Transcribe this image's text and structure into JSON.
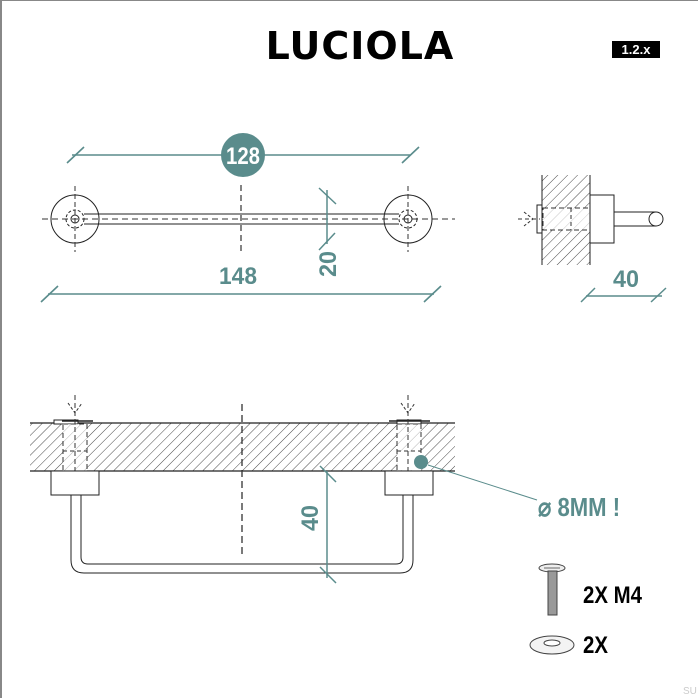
{
  "header": {
    "title": "LUCIOLA",
    "version_badge": "1.2.x"
  },
  "top_view": {
    "hole_spacing_label": "128",
    "overall_length_label": "148",
    "height_label": "20"
  },
  "side_view": {
    "depth_label": "40"
  },
  "section_view": {
    "projection_label": "40",
    "drill_note": {
      "symbol": "⌀",
      "text": "8MM !"
    }
  },
  "hardware": [
    {
      "icon": "screw-icon",
      "label": "2X M4"
    },
    {
      "icon": "washer-icon",
      "label": "2X"
    }
  ],
  "footer": {
    "signature": "SU"
  },
  "colors": {
    "accent": "#5a8c8c",
    "line": "#222222",
    "badge_bg": "#000000"
  }
}
